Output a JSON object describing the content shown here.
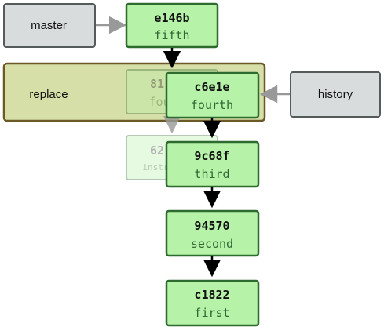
{
  "colors": {
    "commit_fill": "#b6f2a8",
    "commit_stroke": "#2e6b2e",
    "commit_text": "#336633",
    "ref_fill": "#d8dcdc",
    "ref_stroke": "#555a5a",
    "replace_fill": "#d7dfa8",
    "replace_stroke": "#6b5a28",
    "arrow_dark": "#000000",
    "arrow_gray": "#999999"
  },
  "refs": {
    "master": "master",
    "history": "history",
    "replace": "replace"
  },
  "commits": {
    "e146b": {
      "hash": "e146b",
      "message": "fifth"
    },
    "c6e1e": {
      "hash": "c6e1e",
      "message": "fourth"
    },
    "9c68f": {
      "hash": "9c68f",
      "message": "third"
    },
    "94570": {
      "hash": "94570",
      "message": "second"
    },
    "c1822": {
      "hash": "c1822",
      "message": "first"
    }
  },
  "ghost_commits": {
    "replaced": {
      "hash": "81",
      "message": "fou"
    },
    "instructions": {
      "hash": "62",
      "message": "instr"
    }
  }
}
